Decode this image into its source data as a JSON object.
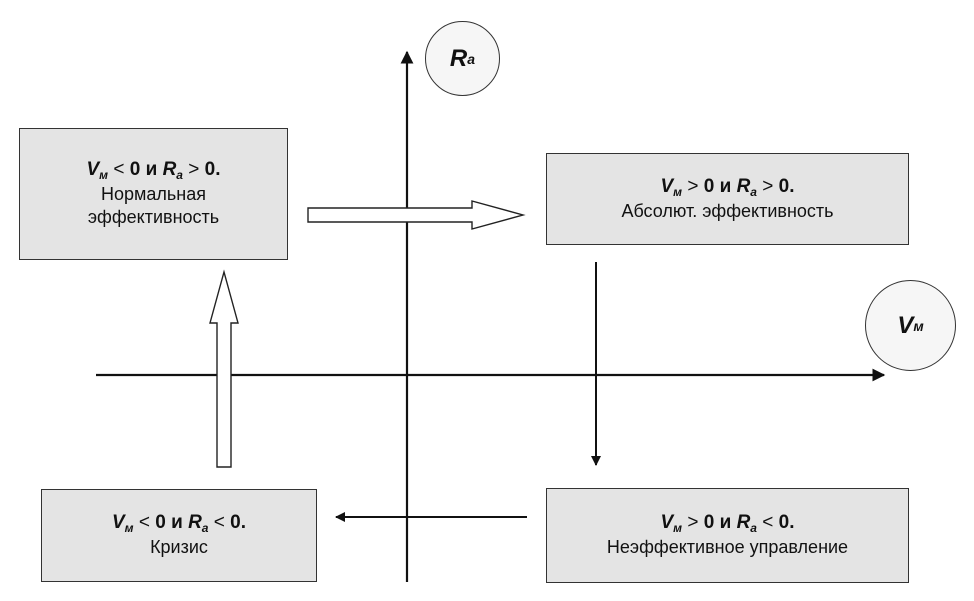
{
  "axes": {
    "y": {
      "symbol": "R",
      "sub": "a"
    },
    "x": {
      "symbol": "V",
      "sub": "м"
    }
  },
  "quadrants": {
    "top_left": {
      "v_sym": "V",
      "v_sub": "м",
      "v_op": "<",
      "v_val": "0",
      "conj": "и",
      "r_sym": "R",
      "r_sub": "a",
      "r_op": ">",
      "r_val": "0.",
      "label": "Нормальная\nэффективность"
    },
    "top_right": {
      "v_sym": "V",
      "v_sub": "м",
      "v_op": ">",
      "v_val": "0",
      "conj": "и",
      "r_sym": "R",
      "r_sub": "a",
      "r_op": ">",
      "r_val": "0.",
      "label": "Абсолют. эффективность"
    },
    "bottom_left": {
      "v_sym": "V",
      "v_sub": "м",
      "v_op": "<",
      "v_val": "0",
      "conj": "и",
      "r_sym": "R",
      "r_sub": "a",
      "r_op": "<",
      "r_val": "0.",
      "label": "Кризис"
    },
    "bottom_right": {
      "v_sym": "V",
      "v_sub": "м",
      "v_op": ">",
      "v_val": "0",
      "conj": "и",
      "r_sym": "R",
      "r_sub": "a",
      "r_op": "<",
      "r_val": "0.",
      "label": "Неэффективное управление"
    }
  },
  "colors": {
    "box_fill": "#e4e4e4",
    "line": "#111111",
    "hollow_arrow_fill": "#ffffff"
  }
}
